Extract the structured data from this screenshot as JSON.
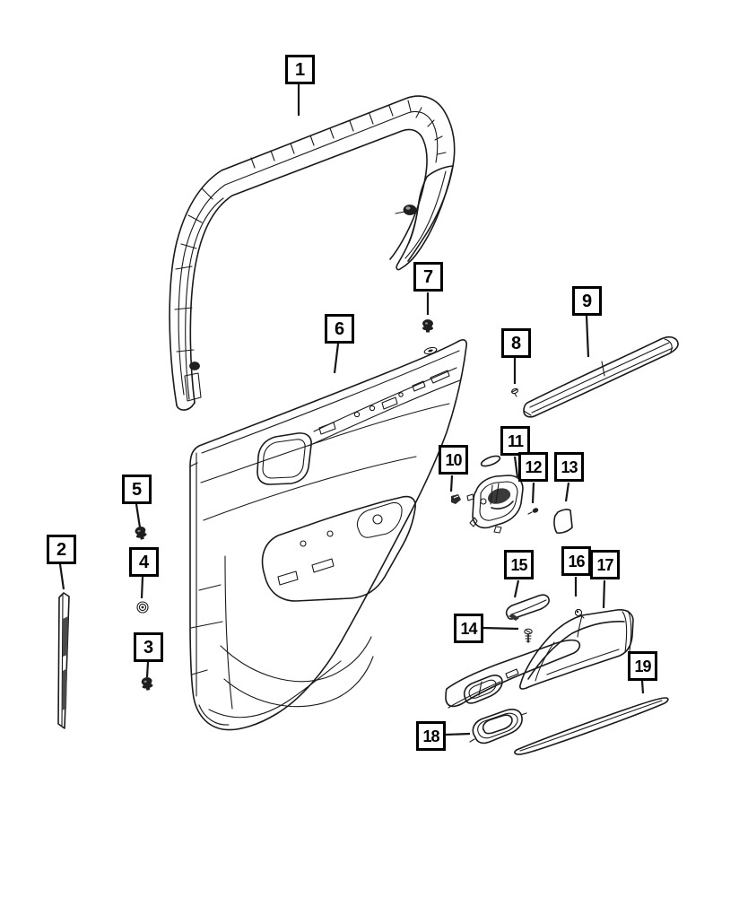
{
  "background_color": "#ffffff",
  "line_color": "#1a1a1a",
  "callouts": [
    {
      "label": "1"
    },
    {
      "label": "2"
    },
    {
      "label": "3"
    },
    {
      "label": "4"
    },
    {
      "label": "5"
    },
    {
      "label": "6"
    },
    {
      "label": "7"
    },
    {
      "label": "8"
    },
    {
      "label": "9"
    },
    {
      "label": "10"
    },
    {
      "label": "11"
    },
    {
      "label": "12"
    },
    {
      "label": "13"
    },
    {
      "label": "14"
    },
    {
      "label": "15"
    },
    {
      "label": "16"
    },
    {
      "label": "17"
    },
    {
      "label": "18"
    },
    {
      "label": "19"
    }
  ]
}
